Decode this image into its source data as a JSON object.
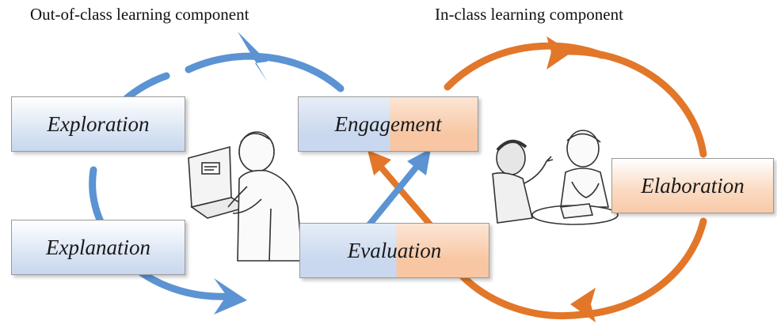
{
  "headings": {
    "out_of_class": "Out-of-class learning component",
    "in_class": "In-class learning component"
  },
  "stages": {
    "exploration": "Exploration",
    "explanation": "Explanation",
    "engagement": "Engagement",
    "evaluation": "Evaluation",
    "elaboration": "Elaboration"
  },
  "colors": {
    "out_of_class_cycle": "#5b93d3",
    "in_class_cycle": "#e2772a",
    "box_blue": "#c9d8ee",
    "box_orange": "#f8c6a2"
  },
  "illustrations": [
    "student-at-laptop-illustration",
    "classroom-discussion-illustration"
  ]
}
